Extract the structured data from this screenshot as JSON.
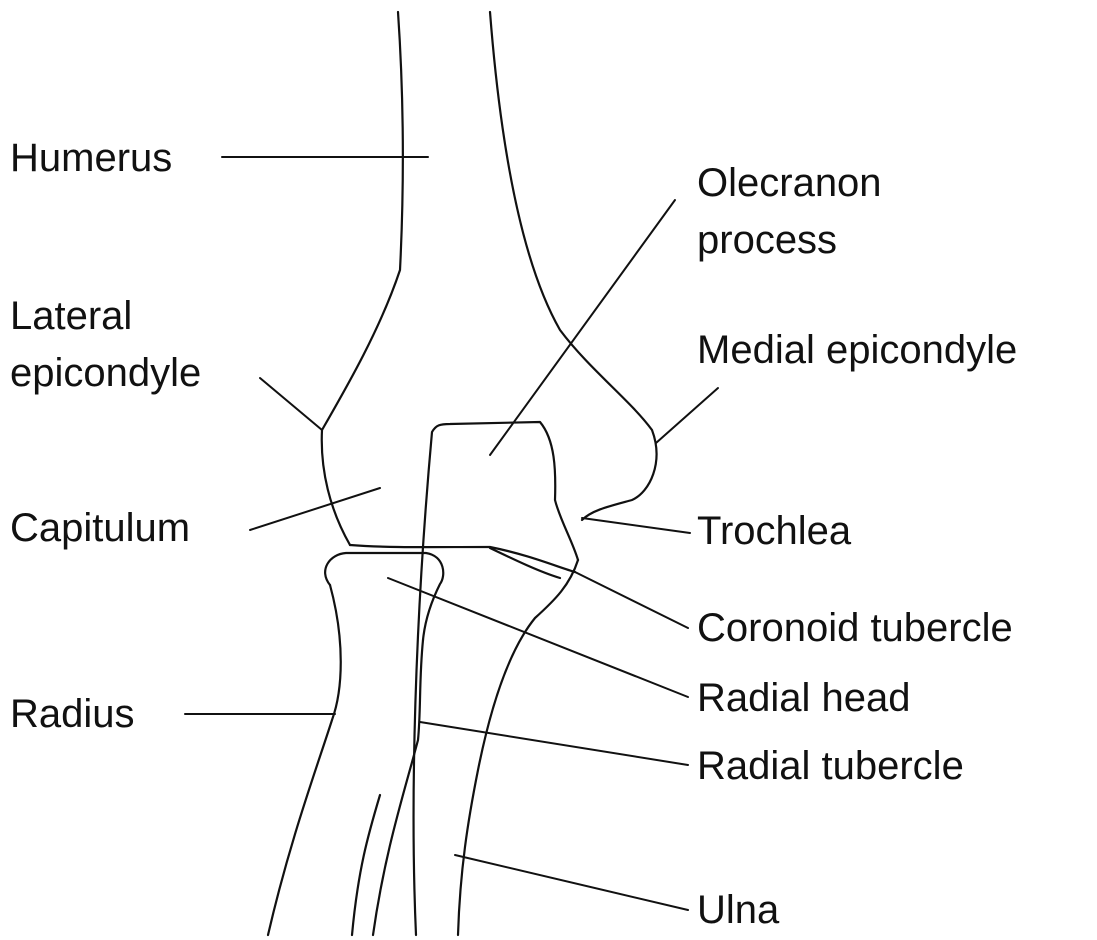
{
  "labels": {
    "humerus": "Humerus",
    "olecranon_line1": "Olecranon",
    "olecranon_line2": "process",
    "lateral_line1": "Lateral",
    "lateral_line2": "epicondyle",
    "medial_epicondyle": "Medial epicondyle",
    "capitulum": "Capitulum",
    "trochlea": "Trochlea",
    "coronoid_tubercle": "Coronoid tubercle",
    "radius": "Radius",
    "radial_head": "Radial head",
    "radial_tubercle": "Radial tubercle",
    "ulna": "Ulna"
  }
}
